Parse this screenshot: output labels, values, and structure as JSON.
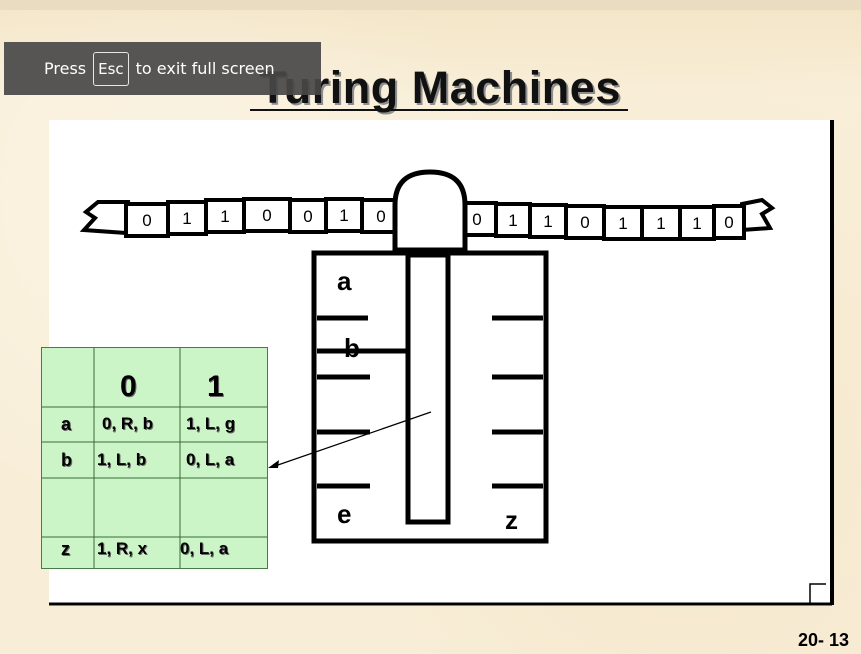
{
  "fullscreen_notice": {
    "prefix": "Press",
    "key": "Esc",
    "suffix": "to exit full screen"
  },
  "slide": {
    "title": "Turing Machines",
    "page_number": "20- 13"
  },
  "tape": {
    "cells": [
      "0",
      "1",
      "1",
      "0",
      "0",
      "1",
      "0",
      "0",
      "1",
      "1",
      "0",
      "1",
      "1",
      "1",
      "0"
    ]
  },
  "machine": {
    "states": {
      "a": "a",
      "b": "b",
      "e": "e",
      "z": "z"
    }
  },
  "transition_table": {
    "headers": [
      "0",
      "1"
    ],
    "rows": [
      {
        "state": "a",
        "on0": "0, R, b",
        "on1": "1, L, g"
      },
      {
        "state": "b",
        "on0": "1, L, b",
        "on1": "0, L, a"
      },
      {
        "state": "",
        "on0": "",
        "on1": ""
      },
      {
        "state": "z",
        "on0": "1, R, x",
        "on1": "0, L, a"
      }
    ]
  },
  "colors": {
    "table_fill": "#ccf5c7",
    "background": "#f7ecd3",
    "banner": "#484848"
  }
}
